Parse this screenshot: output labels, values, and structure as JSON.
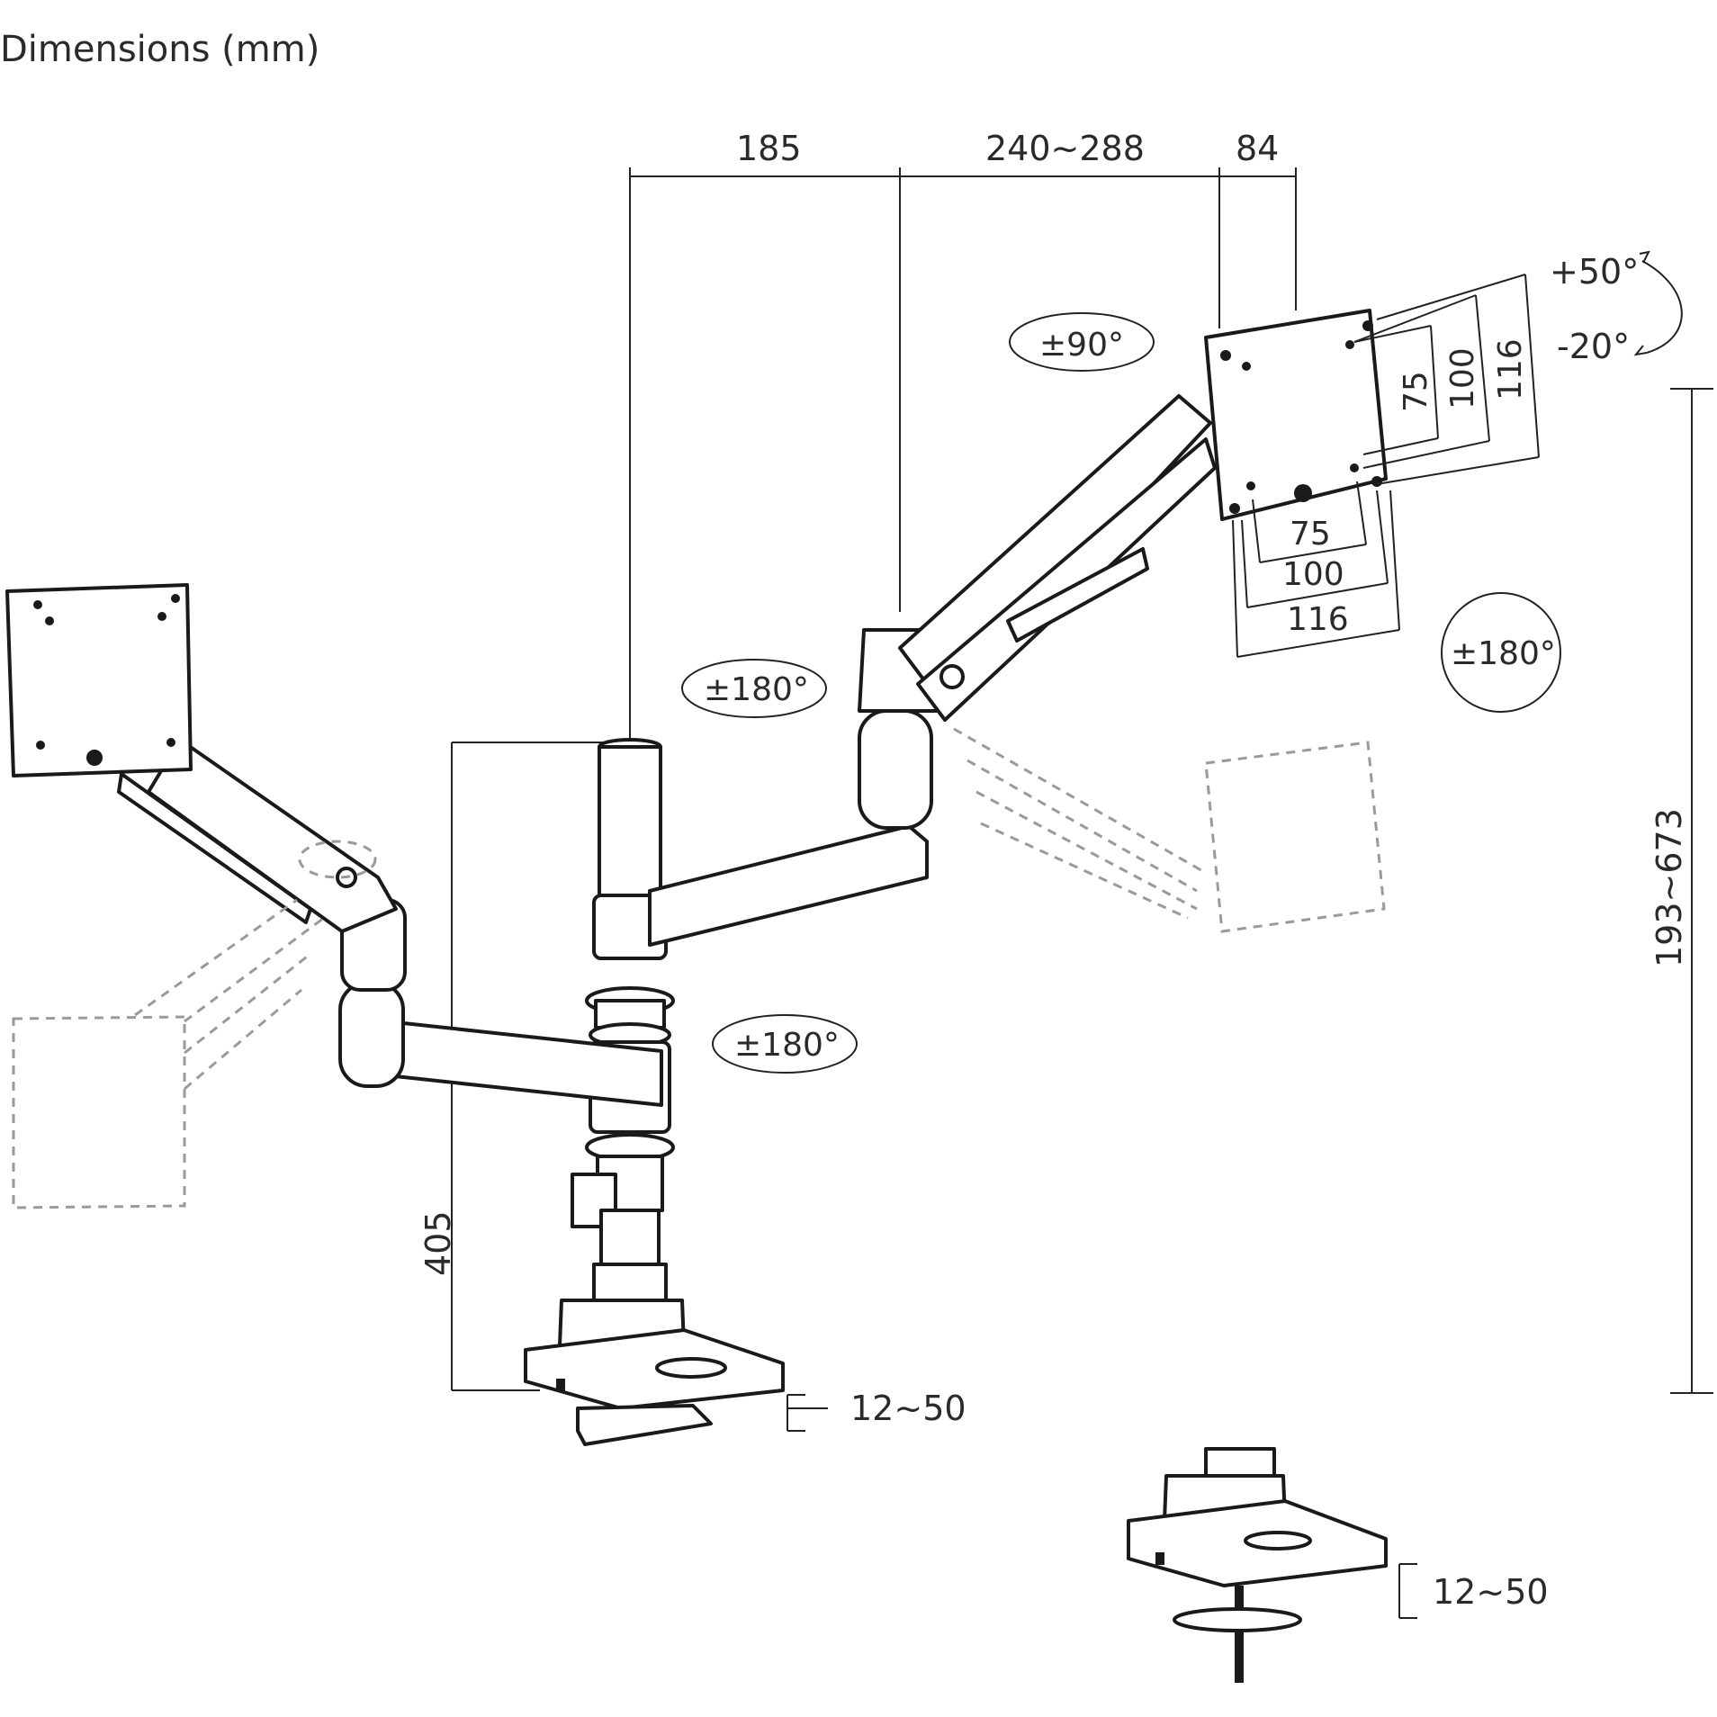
{
  "title": "Dimensions (mm)",
  "dimensions": {
    "top_left": "185",
    "top_middle": "240~288",
    "top_right": "84",
    "pole_height": "405",
    "total_height": "193~673",
    "clamp_range": "12~50",
    "grommet_range": "12~50",
    "vesa_vertical": [
      "75",
      "100",
      "116"
    ],
    "vesa_horizontal": [
      "75",
      "100",
      "116"
    ]
  },
  "rotations": {
    "tilt_up": "+50°",
    "tilt_down": "-20°",
    "swivel_head": "±90°",
    "rotate_screen": "±180°",
    "elbow_upper": "±180°",
    "elbow_lower": "±180°"
  },
  "colors": {
    "line": "#1a1a1a",
    "ghost": "#9a9a9a",
    "background": "#ffffff"
  }
}
